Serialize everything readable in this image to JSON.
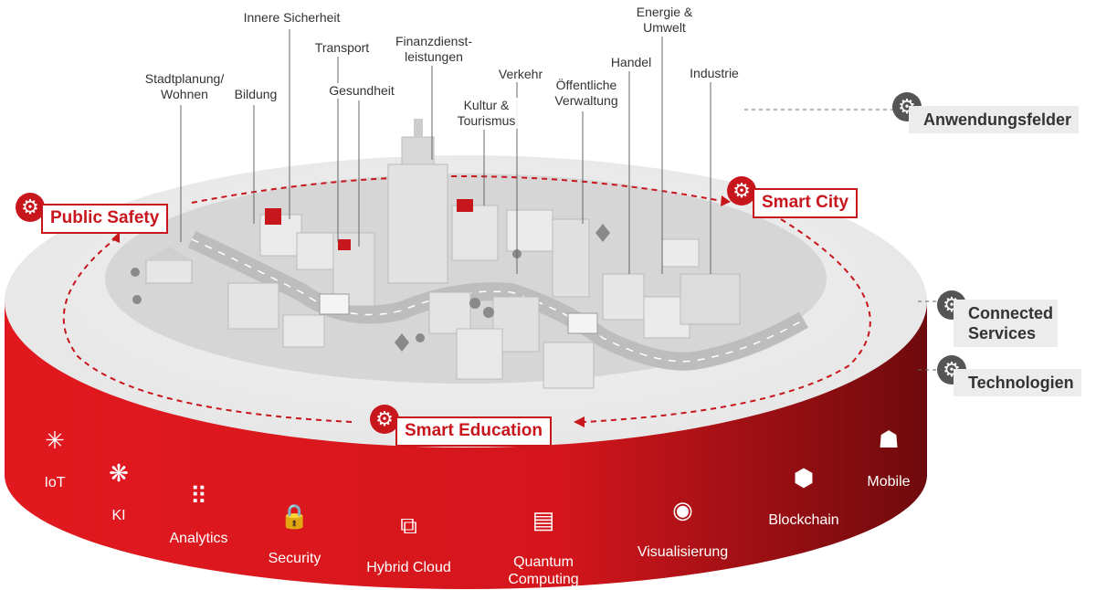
{
  "colors": {
    "brand_red": "#c8161d",
    "dark_red": "#7a0a0e",
    "platform_grey": "#e8e8e8",
    "road_grey": "#bdbdbd",
    "building_grey": "#dcdcdc"
  },
  "application_areas": [
    {
      "id": "stadtplanung",
      "text": "Stadtplanung/\nWohnen"
    },
    {
      "id": "bildung",
      "text": "Bildung"
    },
    {
      "id": "innere-sicherheit",
      "text": "Innere Sicherheit"
    },
    {
      "id": "transport",
      "text": "Transport"
    },
    {
      "id": "gesundheit",
      "text": "Gesundheit"
    },
    {
      "id": "finanz",
      "text": "Finanzdienst-\nleistungen"
    },
    {
      "id": "kultur",
      "text": "Kultur &\nTourismus"
    },
    {
      "id": "verkehr",
      "text": "Verkehr"
    },
    {
      "id": "verwaltung",
      "text": "Öffentliche\nVerwaltung"
    },
    {
      "id": "handel",
      "text": "Handel"
    },
    {
      "id": "energie",
      "text": "Energie &\nUmwelt"
    },
    {
      "id": "industrie",
      "text": "Industrie"
    }
  ],
  "solutions": {
    "public_safety": "Public Safety",
    "smart_city": "Smart City",
    "smart_education": "Smart Education"
  },
  "layers": {
    "anwendungsfelder": "Anwendungsfelder",
    "connected_services": "Connected\nServices",
    "technologien": "Technologien"
  },
  "technologies": [
    {
      "id": "iot",
      "text": "IoT",
      "icon": "network-node-icon"
    },
    {
      "id": "ki",
      "text": "KI",
      "icon": "neural-cluster-icon"
    },
    {
      "id": "analytics",
      "text": "Analytics",
      "icon": "dot-grid-icon"
    },
    {
      "id": "security",
      "text": "Security",
      "icon": "lock-compass-icon"
    },
    {
      "id": "hybrid-cloud",
      "text": "Hybrid Cloud",
      "icon": "connected-squares-icon"
    },
    {
      "id": "quantum",
      "text": "Quantum\nComputing",
      "icon": "server-stack-icon"
    },
    {
      "id": "visualisierung",
      "text": "Visualisierung",
      "icon": "eye-icon"
    },
    {
      "id": "blockchain",
      "text": "Blockchain",
      "icon": "hex-network-icon"
    },
    {
      "id": "mobile",
      "text": "Mobile",
      "icon": "mobile-person-icon"
    }
  ]
}
